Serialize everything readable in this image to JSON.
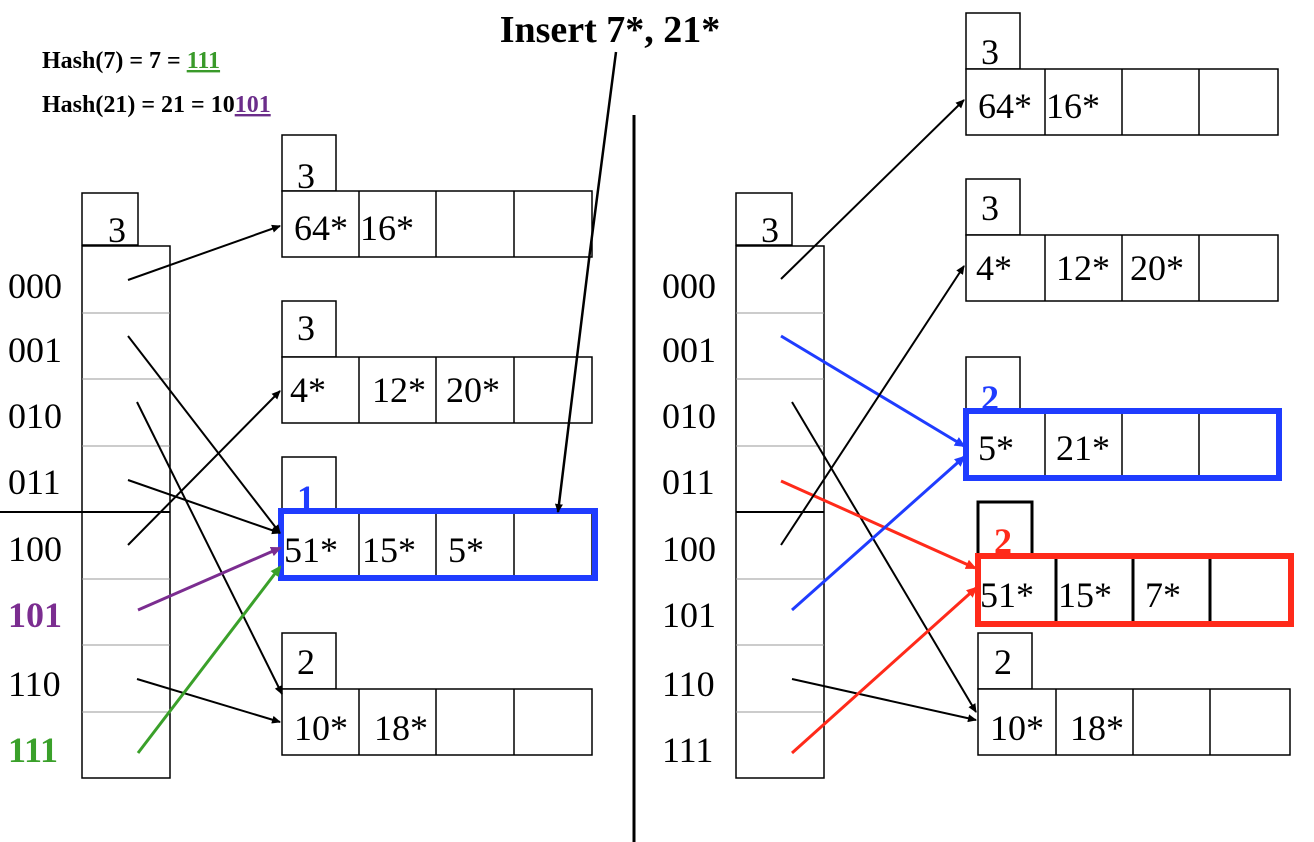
{
  "title": "Insert 7*, 21*",
  "hash_lines": [
    {
      "prefix": "Hash(7) = 7  = ",
      "suffix": "111",
      "suffix_color": "#3a9a2a"
    },
    {
      "prefix": "Hash(21) = 21  = 10",
      "suffix": "101",
      "suffix_color": "#6b2d8a"
    }
  ],
  "colors": {
    "blue": "#1f3cff",
    "red": "#ff2a1a",
    "green": "#3aa02a",
    "purple": "#7b2d90",
    "black": "#000000"
  },
  "left": {
    "global_depth": "3",
    "labels": [
      "000",
      "001",
      "010",
      "011",
      "100",
      "101",
      "110",
      "111"
    ],
    "buckets": [
      {
        "depth": "3",
        "entries": [
          "64*",
          "16*",
          "",
          ""
        ]
      },
      {
        "depth": "3",
        "entries": [
          "4*",
          "12*",
          "20*",
          ""
        ]
      },
      {
        "depth": "1",
        "entries": [
          "51*",
          "15*",
          "5*",
          ""
        ]
      },
      {
        "depth": "2",
        "entries": [
          "10*",
          "18*",
          "",
          ""
        ]
      }
    ]
  },
  "right": {
    "global_depth": "3",
    "labels": [
      "000",
      "001",
      "010",
      "011",
      "100",
      "101",
      "110",
      "111"
    ],
    "buckets": [
      {
        "depth": "3",
        "entries": [
          "64*",
          "16*",
          "",
          ""
        ]
      },
      {
        "depth": "3",
        "entries": [
          "4*",
          "12*",
          "20*",
          ""
        ]
      },
      {
        "depth": "2",
        "entries": [
          "5*",
          "21*",
          "",
          ""
        ]
      },
      {
        "depth": "2",
        "entries": [
          "51*",
          "15*",
          "7*",
          ""
        ]
      },
      {
        "depth": "2",
        "entries": [
          "10*",
          "18*",
          "",
          ""
        ]
      }
    ]
  }
}
